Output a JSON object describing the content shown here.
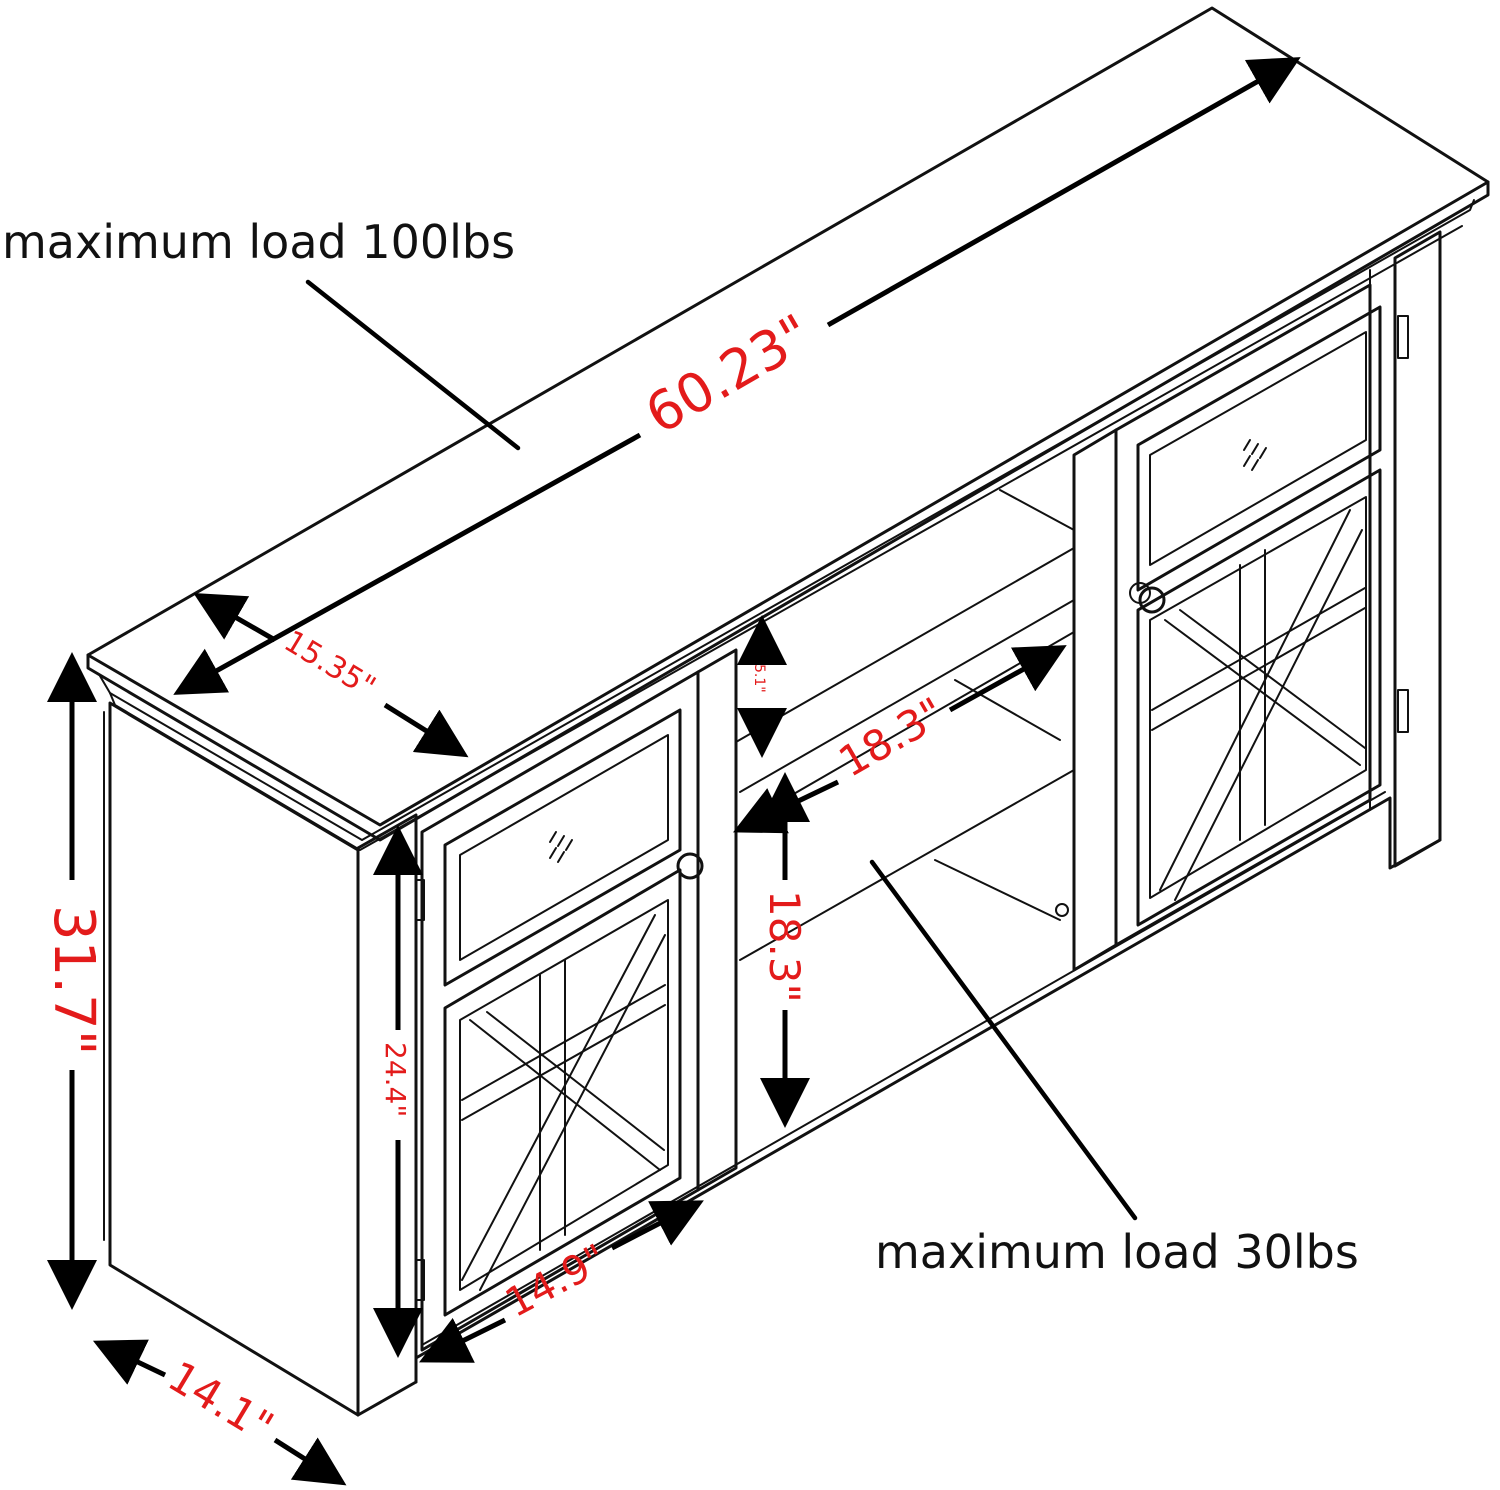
{
  "colors": {
    "dimension_text": "#e31b1b",
    "outline": "#111111",
    "background": "#ffffff"
  },
  "labels": {
    "top_load": "maximum load 100lbs",
    "shelf_load": "maximum load 30lbs"
  },
  "dimensions": {
    "total_width": "60.23\"",
    "top_depth": "15.35\"",
    "total_height": "31.7\"",
    "side_depth": "14.1\"",
    "door_height": "24.4\"",
    "door_width": "14.9\"",
    "top_shelf_gap": "5.1\"",
    "shelf_width": "18.3\"",
    "shelf_height": "18.3\""
  }
}
